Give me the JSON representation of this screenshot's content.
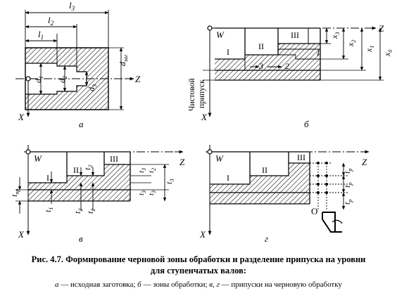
{
  "figure": {
    "caption_line1": "Рис. 4.7. Формирование черновой зоны обработки и разделение припуска на уровни",
    "caption_line2": "для ступенчатых валов:",
    "legend": {
      "a_key": "а",
      "a_text": " — исходная заготовка; ",
      "b_key": "б",
      "b_text": " — зоны обработки; ",
      "vg_key": "в, г",
      "vg_text": " — припуски на черновую обработку"
    }
  },
  "panels": {
    "a": {
      "label": "а",
      "dims": {
        "l1": "l",
        "l1_sub": "1",
        "l2": "l",
        "l2_sub": "2",
        "l3": "l",
        "l3_sub": "3",
        "d1": "d",
        "d1_sub": "1",
        "d2": "d",
        "d2_sub": "2",
        "d3": "d",
        "d3_sub": "3",
        "dzag": "d",
        "dzag_sub": "заг"
      },
      "axis_x": "X",
      "axis_z": "Z"
    },
    "b": {
      "label": "б",
      "origin": "W",
      "axis_x": "X",
      "axis_z": "Z",
      "zones": [
        "I",
        "II",
        "III"
      ],
      "zone_I_right": "I",
      "levels": [
        "3",
        "2"
      ],
      "dims": {
        "x3": "x",
        "x3_sub": "3",
        "x2": "x",
        "x2_sub": "2",
        "x1": "x",
        "x1_sub": "1",
        "x0": "x",
        "x0_sub": "0"
      },
      "allowance_label_1": "Чистовой",
      "allowance_label_2": "припуск"
    },
    "v": {
      "label": "в",
      "origin": "W",
      "axis_x": "X",
      "axis_z": "Z",
      "zones": [
        "I",
        "II",
        "III"
      ],
      "t": "t",
      "t_pr_sub": "пр",
      "t1_sub": "1",
      "t2_sub": "2",
      "t3_sub": "3"
    },
    "g": {
      "label": "г",
      "origin": "W",
      "axis_x": "X",
      "axis_z": "Z",
      "zones": [
        "I",
        "II",
        "III"
      ],
      "t": "t",
      "tp_sub": "р",
      "tool_point": "O"
    }
  }
}
